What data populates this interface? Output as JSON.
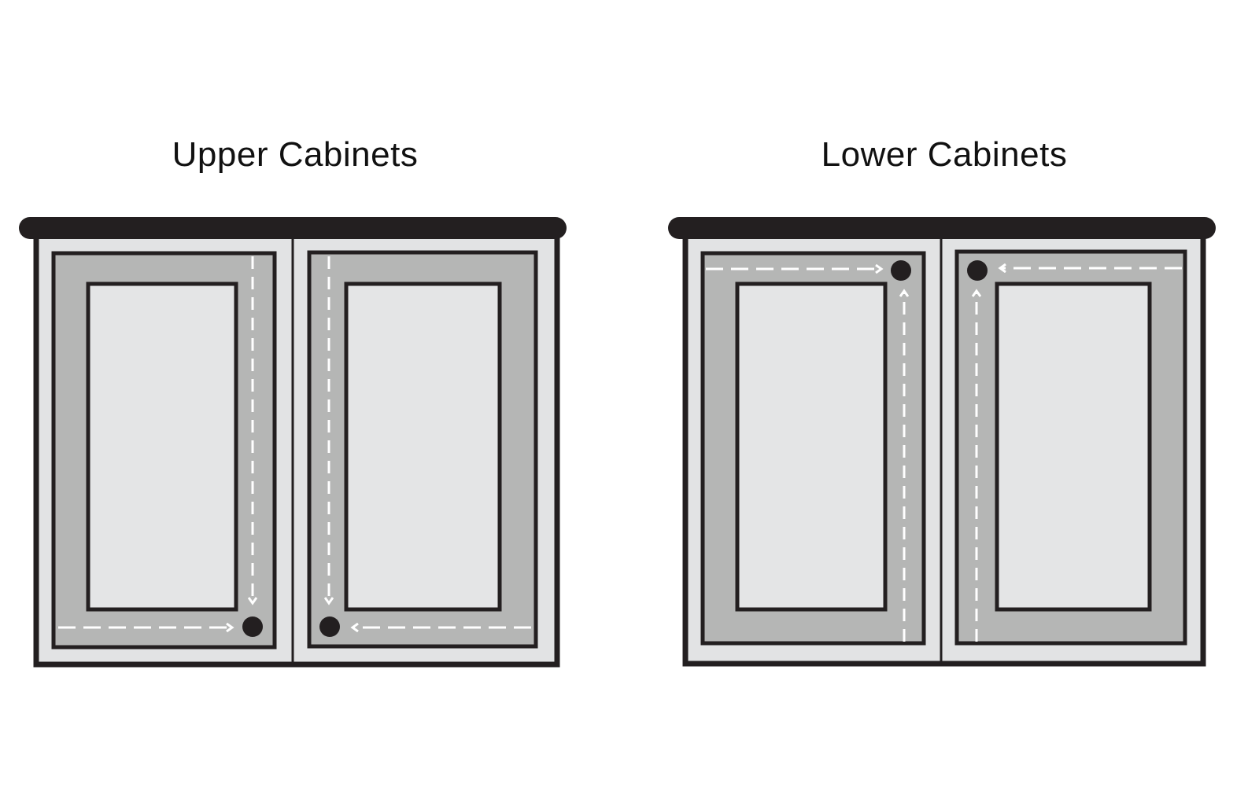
{
  "diagram": {
    "upper": {
      "title": "Upper Cabinets",
      "hardware_position": "bottom corners near center stile",
      "arrows": [
        "down along inner stile",
        "horizontal along bottom rail toward knob"
      ]
    },
    "lower": {
      "title": "Lower Cabinets",
      "hardware_position": "top corners near center stile",
      "arrows": [
        "up along inner stile",
        "horizontal along top rail toward knob"
      ]
    },
    "colors": {
      "outline": "#231f20",
      "cabinet_box": "#e2e3e4",
      "door_frame": "#b5b6b5",
      "door_panel": "#e4e5e6",
      "guide_arrow": "#ffffff",
      "knob": "#231f20"
    }
  }
}
